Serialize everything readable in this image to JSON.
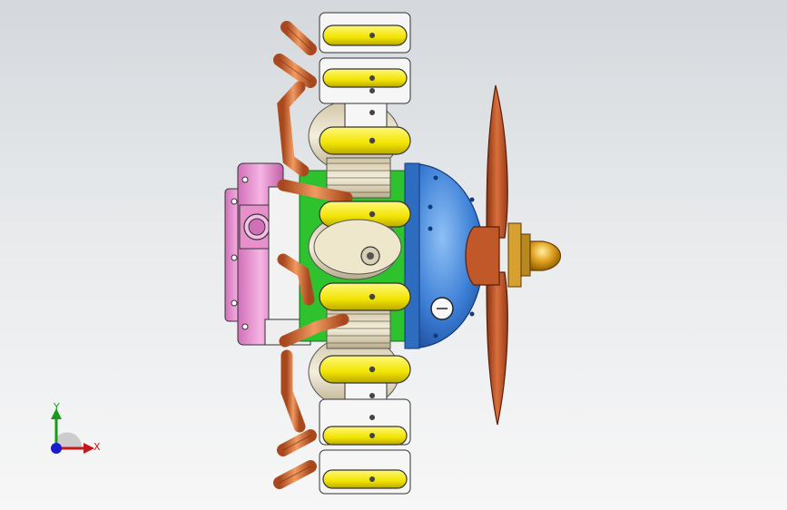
{
  "viewport": {
    "background_top": "#d4d8dc",
    "background_bottom": "#f7f7f7"
  },
  "model": {
    "part_colors": {
      "cylinder_caps": "#f2e400",
      "cylinder_cover": "#f4f4f4",
      "cooling_fins": "#e8e0c8",
      "exhaust_pipes": "#d97840",
      "crankcase_front": "#3c7fd6",
      "crankcase_mount": "#2ec22e",
      "rear_cover": "#f0a0d8",
      "propeller": "#c0582a",
      "spinner": "#e0a020"
    },
    "icons": [
      "radial-engine-model",
      "propeller",
      "spinner",
      "gauge-icon"
    ]
  },
  "triad": {
    "y_label": "Y",
    "x_label": "X",
    "y_color": "#1a9a1a",
    "x_color": "#c21a1a",
    "z_color": "#1a1ad0"
  }
}
